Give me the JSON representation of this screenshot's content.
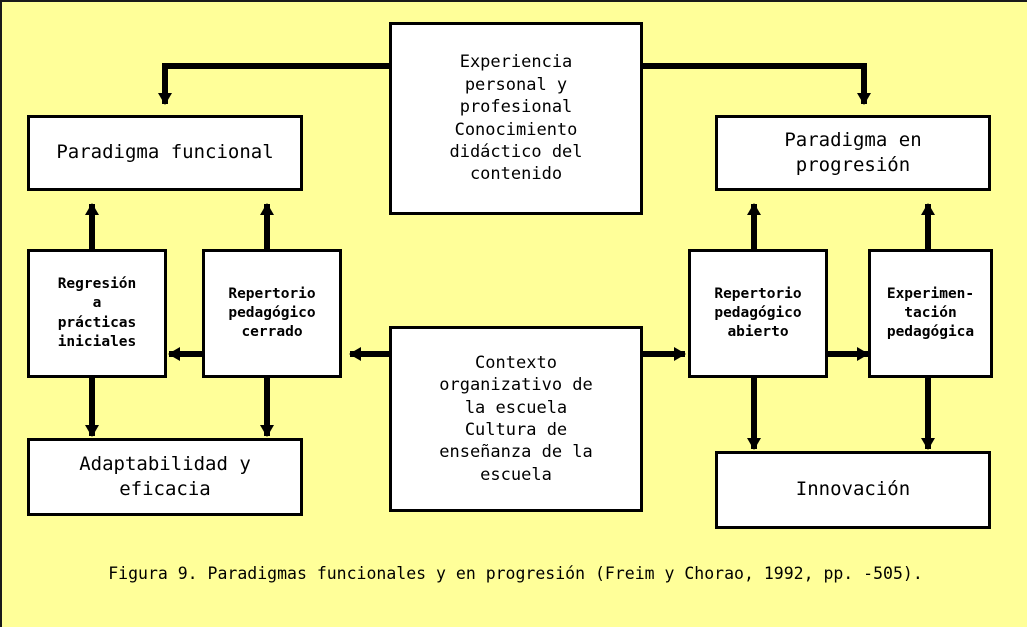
{
  "figure": {
    "background_color": "#ffff99",
    "box_fill_color": "#ffffff",
    "line_color": "#000000",
    "caption": "Figura 9. Paradigmas funcionales y en progresión (Freim y Chorao, 1992, pp. -505)."
  },
  "nodes": {
    "experiencia": {
      "label": "Experiencia\npersonal y\nprofesional\nConocimiento\ndidáctico del\ncontenido"
    },
    "paradigma_funcional": {
      "label": "Paradigma funcional"
    },
    "paradigma_progresion": {
      "label": "Paradigma en\nprogresión"
    },
    "regresion": {
      "label": "Regresión\na\nprácticas\niniciales"
    },
    "repertorio_cerrado": {
      "label": "Repertorio\npedagógico\ncerrado"
    },
    "repertorio_abierto": {
      "label": "Repertorio\npedagógico\nabierto"
    },
    "experimentacion": {
      "label": "Experimen-\ntación\npedagógica"
    },
    "contexto": {
      "label": "Contexto\norganizativo de\nla escuela\nCultura de\nenseñanza de la\nescuela"
    },
    "adaptabilidad": {
      "label": "Adaptabilidad y\neficacia"
    },
    "innovacion": {
      "label": "Innovación"
    }
  }
}
